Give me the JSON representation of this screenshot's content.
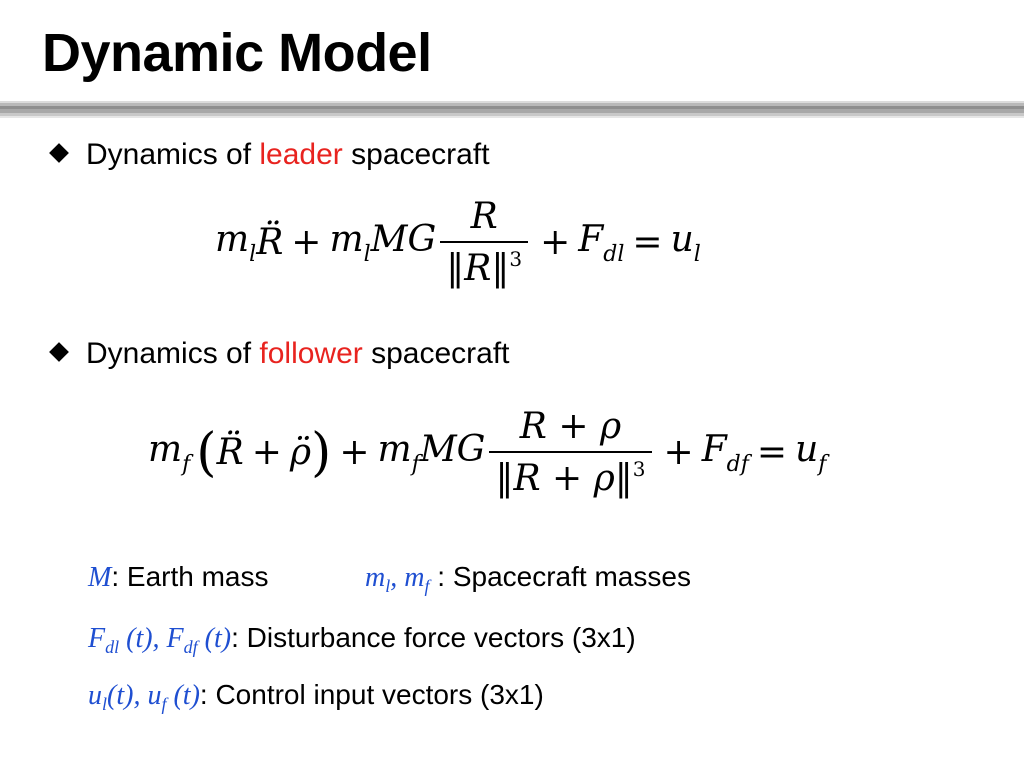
{
  "slide": {
    "title": "Dynamic Model",
    "bullets": [
      {
        "prefix": "Dynamics of ",
        "highlight": "leader",
        "suffix": " spacecraft"
      },
      {
        "prefix": "Dynamics of ",
        "highlight": "follower",
        "suffix": " spacecraft"
      }
    ],
    "definitions": {
      "earth_mass": {
        "symbol": "M",
        "text": ": Earth mass"
      },
      "masses": {
        "symbols": "m",
        "sub_l": "l",
        "sep": ", m",
        "sub_f": "f",
        "colon": " :",
        "text": "  Spacecraft masses"
      },
      "disturbance": {
        "symbols_1": "F",
        "sub_1": "dl",
        "arg_1": " (t), F",
        "sub_2": "df",
        "arg_2": " (t)",
        "text": ":  Disturbance force vectors (3x1)"
      },
      "control": {
        "symbols_1": "u",
        "sub_1": "l",
        "arg_1": "(t), u",
        "sub_2": "f",
        "arg_2": " (t)",
        "text": ":  Control input vectors (3x1)"
      }
    },
    "colors": {
      "highlight": "#e8231f",
      "math_blue": "#1f4fd1",
      "rule_gray": "#a0a0a0"
    }
  }
}
